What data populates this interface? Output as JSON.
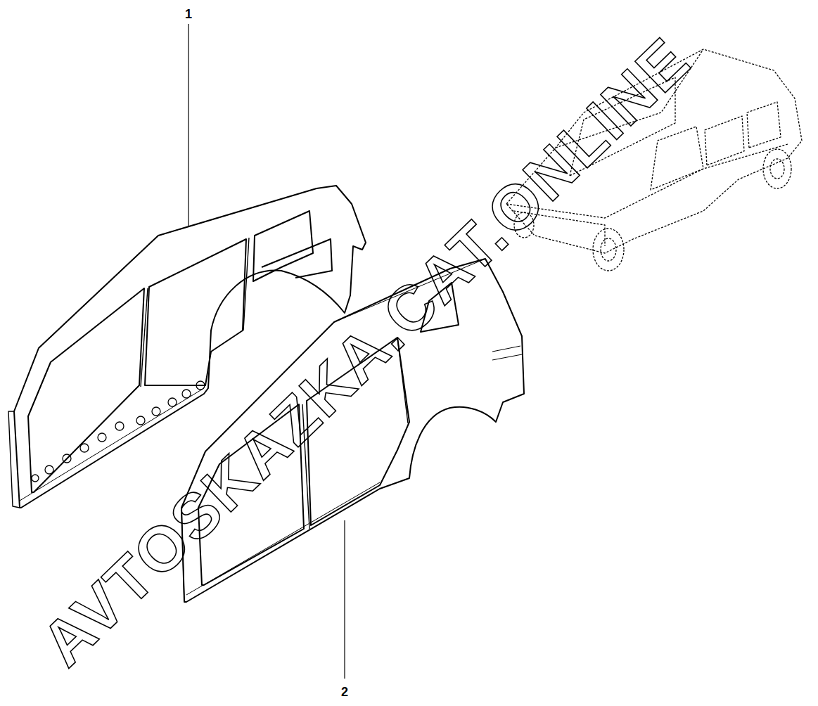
{
  "diagram": {
    "labels": [
      "1",
      "2",
      "AVTOSKAZKA.CAT.ONLINE"
    ]
  }
}
